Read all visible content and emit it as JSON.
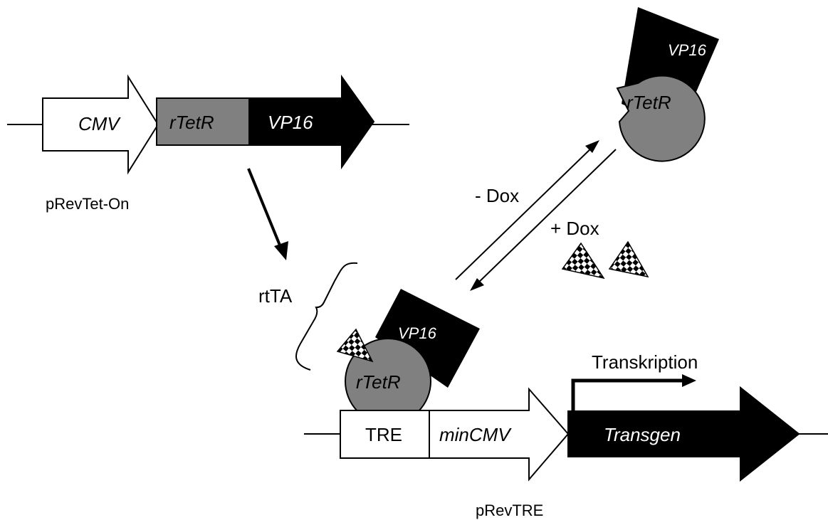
{
  "top_construct": {
    "promoter": "CMV",
    "rtetr": "rTetR",
    "vp16": "VP16",
    "caption": "pRevTet-On"
  },
  "equilibrium": {
    "minus_dox": "- Dox",
    "plus_dox": "+ Dox"
  },
  "free_protein": {
    "vp16": "VP16",
    "rtetr": "rTetR"
  },
  "bound_complex": {
    "label": "rtTA",
    "vp16": "VP16",
    "rtetr": "rTetR"
  },
  "bottom_construct": {
    "tre": "TRE",
    "promoter": "minCMV",
    "transgene": "Transgen",
    "transcription": "Transkription",
    "caption": "pRevTRE"
  },
  "colors": {
    "black": "#000000",
    "gray": "#808080",
    "white": "#ffffff"
  }
}
